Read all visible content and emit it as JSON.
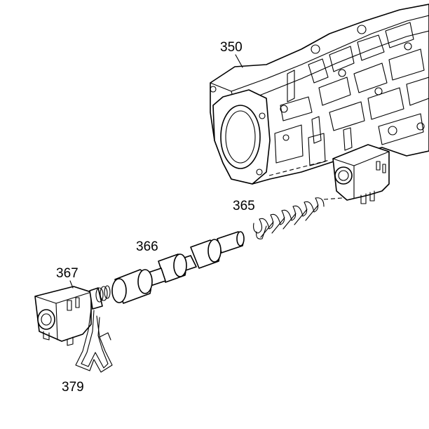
{
  "callouts": {
    "c350": "350",
    "c365": "365",
    "c366": "366",
    "c367": "367",
    "c379": "379"
  },
  "colors": {
    "line": "#000000",
    "background": "#ffffff"
  }
}
